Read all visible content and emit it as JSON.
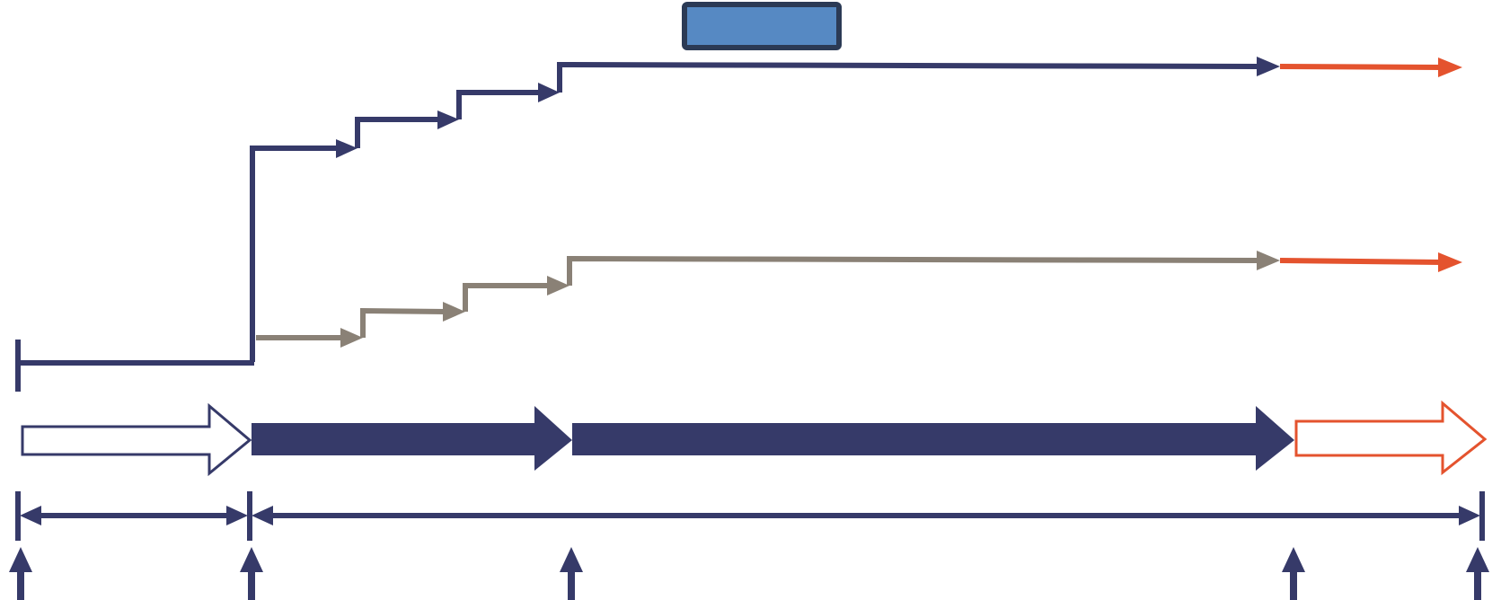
{
  "colors": {
    "navy": "#363A69",
    "gray": "#8A8176",
    "orange": "#E4532E",
    "box_fill": "#5689C3",
    "box_stroke": "#2B3A55",
    "background": "#FFFFFF"
  },
  "diagram": {
    "elements": [
      "highlight-box",
      "upper-step-path",
      "upper-orange-extension",
      "lower-step-path",
      "lower-orange-extension",
      "baseline-start-bar",
      "outline-arrow-start",
      "solid-arrow-segment-1",
      "solid-arrow-segment-2",
      "outline-arrow-end",
      "double-arrow-left",
      "double-arrow-right",
      "up-arrow-marker"
    ]
  }
}
